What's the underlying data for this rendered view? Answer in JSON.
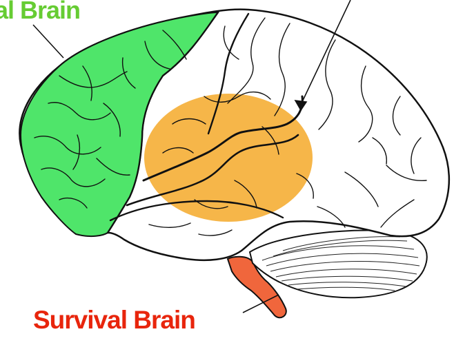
{
  "labels": {
    "top": "al Brain",
    "bottom": "Survival Brain"
  },
  "colors": {
    "top_label": "#66cc33",
    "bottom_label": "#e8250c",
    "frontal_region": "#4fe56a",
    "limbic_region": "#f6b649",
    "brainstem": "#f0663c",
    "outline": "#111111",
    "background": "#ffffff"
  },
  "regions": [
    "frontal-lobe",
    "limbic-area",
    "cerebellum",
    "brainstem"
  ]
}
